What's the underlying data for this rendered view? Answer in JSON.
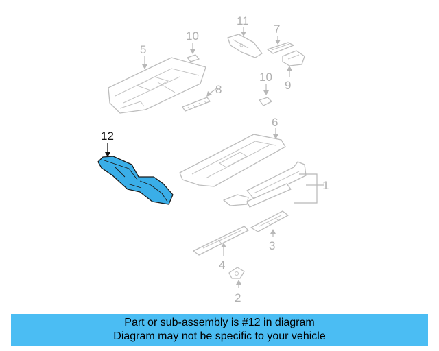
{
  "diagram": {
    "highlighted_part": "12",
    "highlight_color": "#3aaee8",
    "callouts": [
      "11",
      "7",
      "10",
      "5",
      "10",
      "9",
      "8",
      "6",
      "12",
      "1",
      "3",
      "4",
      "2"
    ]
  },
  "banner": {
    "line1": "Part or sub-assembly is #12 in diagram",
    "line2": "Diagram may not be specific to your vehicle",
    "color": "#4bbdf3"
  }
}
